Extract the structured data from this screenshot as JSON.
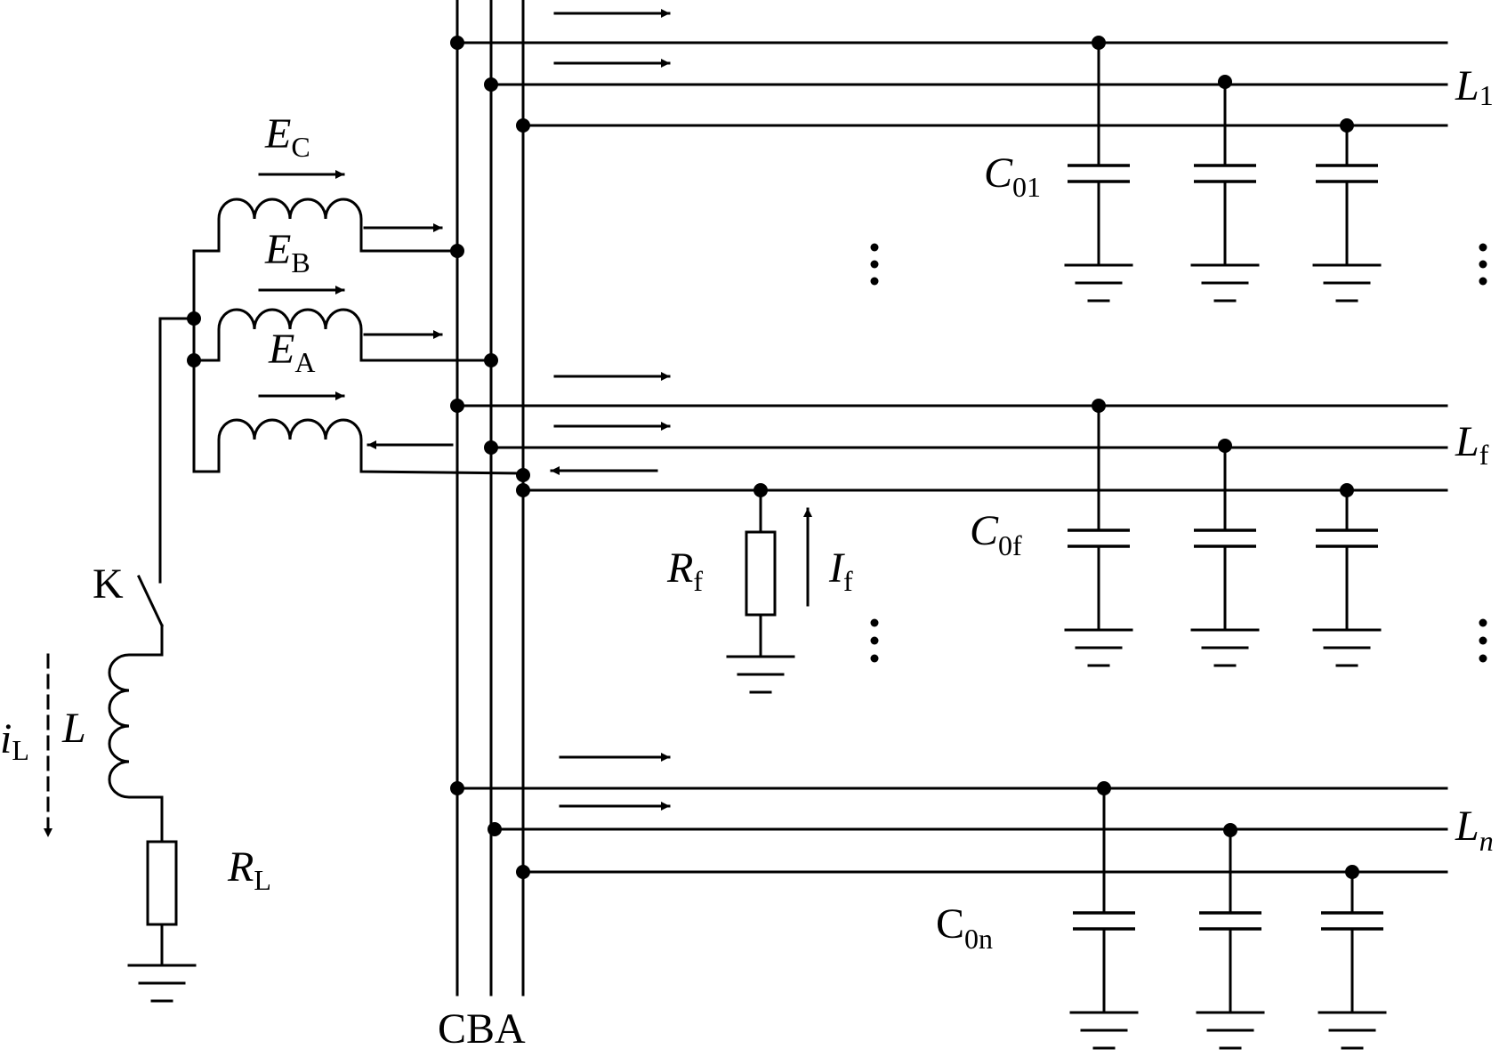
{
  "diagram": {
    "buses": {
      "label": "CBA"
    },
    "sources": [
      {
        "name": "E",
        "sub": "C"
      },
      {
        "name": "E",
        "sub": "B"
      },
      {
        "name": "E",
        "sub": "A"
      }
    ],
    "switch_label": "K",
    "inductor": {
      "name": "L"
    },
    "inductor_current": {
      "name": "i",
      "sub": "L"
    },
    "ground_resistor": {
      "name": "R",
      "sub": "L"
    },
    "feeders": [
      {
        "name": "L",
        "sub": "1",
        "cap_name": "C",
        "cap_sub": "01",
        "cap_style": "italic"
      },
      {
        "name": "L",
        "sub": "f",
        "cap_name": "C",
        "cap_sub": "0f",
        "cap_style": "italic"
      },
      {
        "name": "L",
        "sub": "n",
        "cap_name": "C",
        "cap_sub": "0n",
        "cap_style": "roman"
      }
    ],
    "fault_resistor": {
      "name": "R",
      "sub": "f"
    },
    "fault_current": {
      "name": "I",
      "sub": "f"
    }
  }
}
